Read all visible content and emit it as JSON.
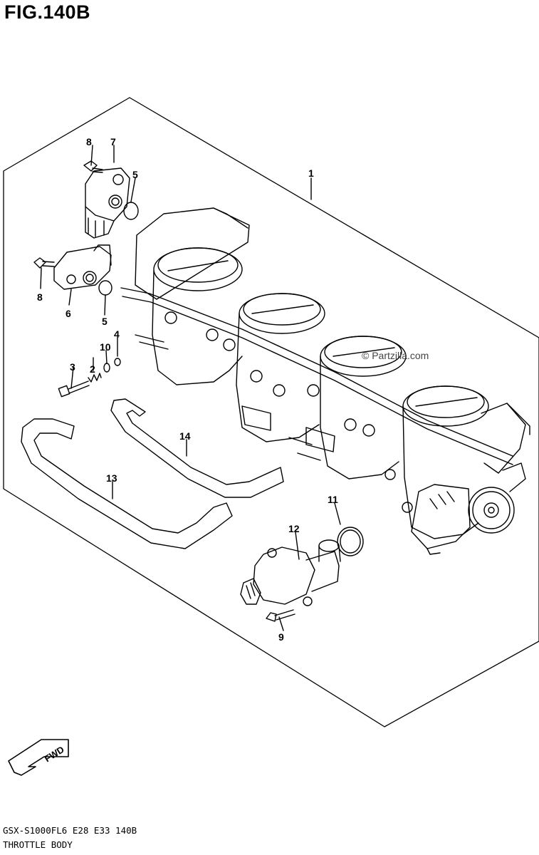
{
  "figure": {
    "title": "FIG.140B",
    "model_code": "GSX-S1000FL6  E28  E33  140B",
    "section_name": "THROTTLE BODY",
    "watermark": "© Partzilla.com",
    "fwd_label": "FWD"
  },
  "callouts": [
    "1",
    "2",
    "3",
    "4",
    "5",
    "5",
    "6",
    "7",
    "8",
    "8",
    "9",
    "10",
    "11",
    "12",
    "13",
    "14"
  ]
}
